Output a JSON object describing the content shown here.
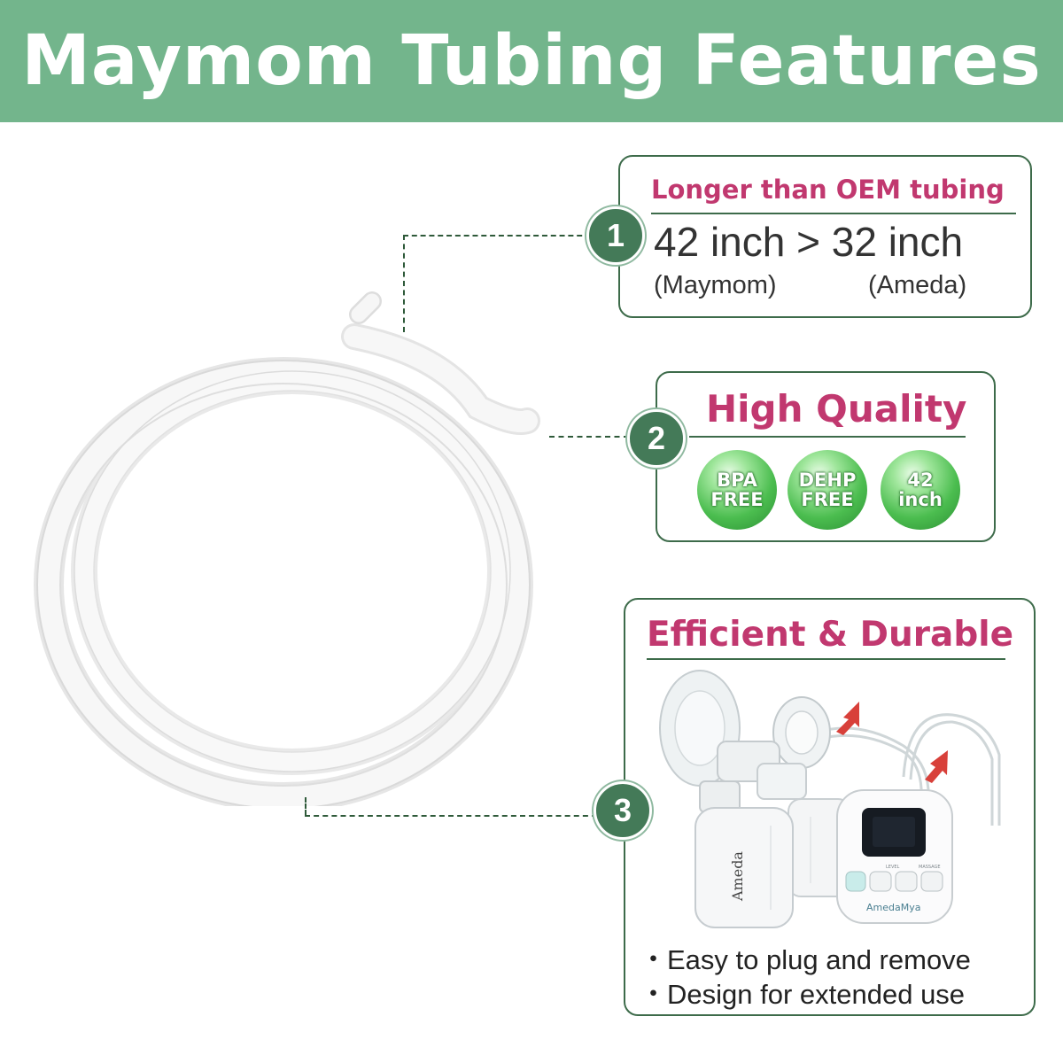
{
  "banner": {
    "title": "Maymom Tubing Features"
  },
  "features": [
    {
      "number": "1",
      "title": "Longer than OEM tubing",
      "comparison": "42 inch > 32 inch",
      "left_caption": "(Maymom)",
      "right_caption": "(Ameda)"
    },
    {
      "number": "2",
      "title": "High Quality",
      "badges": [
        {
          "line1": "BPA",
          "line2": "FREE"
        },
        {
          "line1": "DEHP",
          "line2": "FREE"
        },
        {
          "line1": "42",
          "line2": "inch"
        }
      ]
    },
    {
      "number": "3",
      "title": "Efficient & Durable",
      "bullets": [
        "・Easy to plug and remove",
        "・Design for extended use"
      ],
      "pump_brand": "AmedaMya",
      "bottle_brand": "Ameda",
      "pump_button_labels": [
        "LEVEL",
        "MASSAGE"
      ]
    }
  ],
  "colors": {
    "banner": "#73b58c",
    "accent_pink": "#c1386f",
    "frame_green": "#3d6b4a",
    "number_circle": "#447a58"
  }
}
